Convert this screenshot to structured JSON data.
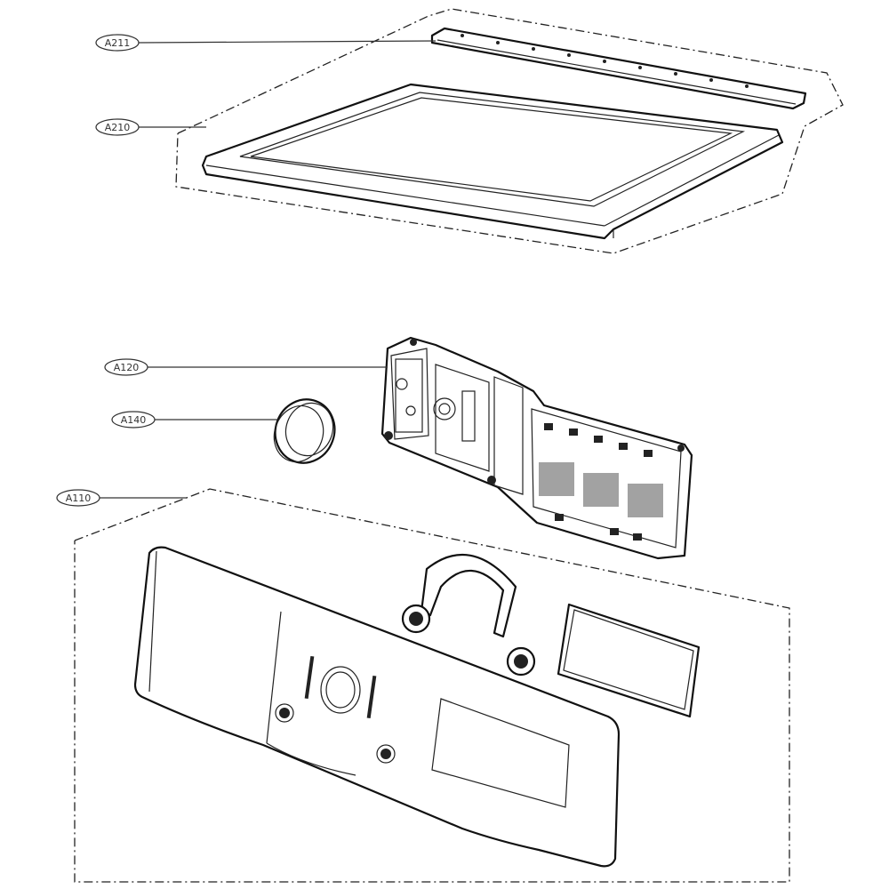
{
  "callouts": {
    "a211": "A211",
    "a210": "A210",
    "a120": "A120",
    "a140": "A140",
    "a110": "A110"
  },
  "colors": {
    "line": "#111111",
    "background": "#ffffff"
  }
}
